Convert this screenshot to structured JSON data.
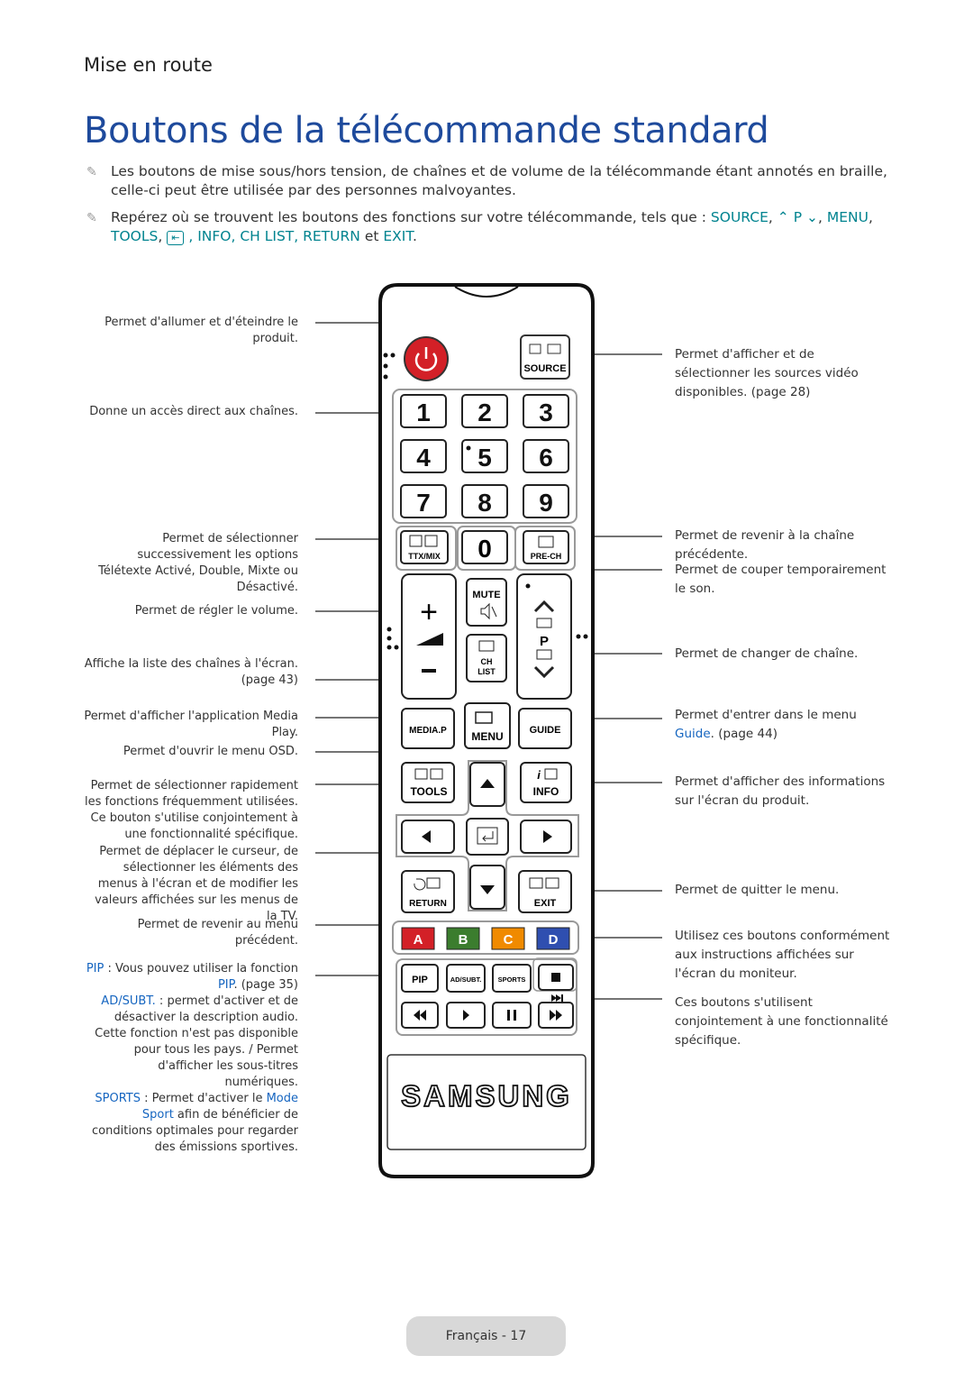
{
  "header": {
    "section": "Mise en route",
    "title": "Boutons de la télécommande standard"
  },
  "notes": {
    "n1": "Les boutons de mise sous/hors tension, de chaînes et de volume de la télécommande étant annotés en braille, celle-ci peut être utilisée par des personnes malvoyantes.",
    "n2_pre": "Repérez où se trouvent les boutons des fonctions sur votre télécommande, tels que :",
    "n2_source": "SOURCE",
    "n2_p": "P",
    "n2_menu": "MENU",
    "n2_tools": "TOOLS",
    "n2_rest": ", INFO, CH LIST, RETURN",
    "n2_and": "et",
    "n2_exit": "EXIT"
  },
  "left_callouts": {
    "power": "Permet d'allumer et d'éteindre le produit.",
    "numbers": "Donne un accès direct aux chaînes.",
    "ttx": "Permet de sélectionner successivement les options Télétexte Activé, Double, Mixte ou Désactivé.",
    "volume": "Permet de régler le volume.",
    "chlist": "Affiche la liste des chaînes à l'écran. (page 43)",
    "mediap": "Permet d'afficher l'application Media Play.",
    "menu": "Permet d'ouvrir le menu OSD.",
    "tools": "Permet de sélectionner rapidement les fonctions fréquemment utilisées. Ce bouton s'utilise conjointement à une fonctionnalité spécifique.",
    "cursor": "Permet de déplacer le curseur, de sélectionner les éléments des menus à l'écran et de modifier les valeurs affichées sur les menus de la TV.",
    "return": "Permet de revenir au menu précédent.",
    "pip_key": "PIP",
    "pip_text": " : Vous pouvez utiliser la fonction",
    "pip_link": "PIP",
    "pip_page": ". (page 35)",
    "adsubt_key": "AD/SUBT.",
    "adsubt_text": " : permet d'activer et de désactiver la description audio. Cette fonction n'est pas disponible pour tous les pays. / Permet d'afficher les sous-titres numériques.",
    "sports_key": "SPORTS",
    "sports_text": " : Permet d'activer le ",
    "sports_link": "Mode Sport",
    "sports_rest": " afin de bénéficier de conditions optimales pour regarder des émissions sportives."
  },
  "right_callouts": {
    "source": "Permet d'afficher et de sélectionner les sources vidéo disponibles. (page 28)",
    "prech": "Permet de revenir à la chaîne précédente.",
    "mute": "Permet de couper temporairement le son.",
    "channel": "Permet de changer de chaîne.",
    "guide_pre": "Permet d'entrer dans le menu",
    "guide_link": "Guide",
    "guide_page": ". (page 44)",
    "info": "Permet d'afficher des informations sur l'écran du produit.",
    "exit": "Permet de quitter le menu.",
    "color": "Utilisez ces boutons conformément aux instructions affichées sur l'écran du moniteur.",
    "playback": "Ces boutons s'utilisent conjointement à une fonctionnalité spécifique."
  },
  "remote": {
    "source": "SOURCE",
    "digits": [
      "1",
      "2",
      "3",
      "4",
      "5",
      "6",
      "7",
      "8",
      "9",
      "0"
    ],
    "ttx": "TTX/MIX",
    "prech": "PRE-CH",
    "mute": "MUTE",
    "p": "P",
    "ch": "CH",
    "list": "LIST",
    "mediap": "MEDIA.P",
    "menu": "MENU",
    "guide": "GUIDE",
    "tools": "TOOLS",
    "info": "INFO",
    "return": "RETURN",
    "exit": "EXIT",
    "colors": [
      "A",
      "B",
      "C",
      "D"
    ],
    "color_hex": [
      "#d32027",
      "#3b7d2e",
      "#f08a00",
      "#2f4fb0"
    ],
    "pip": "PIP",
    "adsubt": "AD/SUBT.",
    "sports": "SPORTS",
    "brand": "SAMSUNG"
  },
  "footer": {
    "page": "Français - 17"
  }
}
